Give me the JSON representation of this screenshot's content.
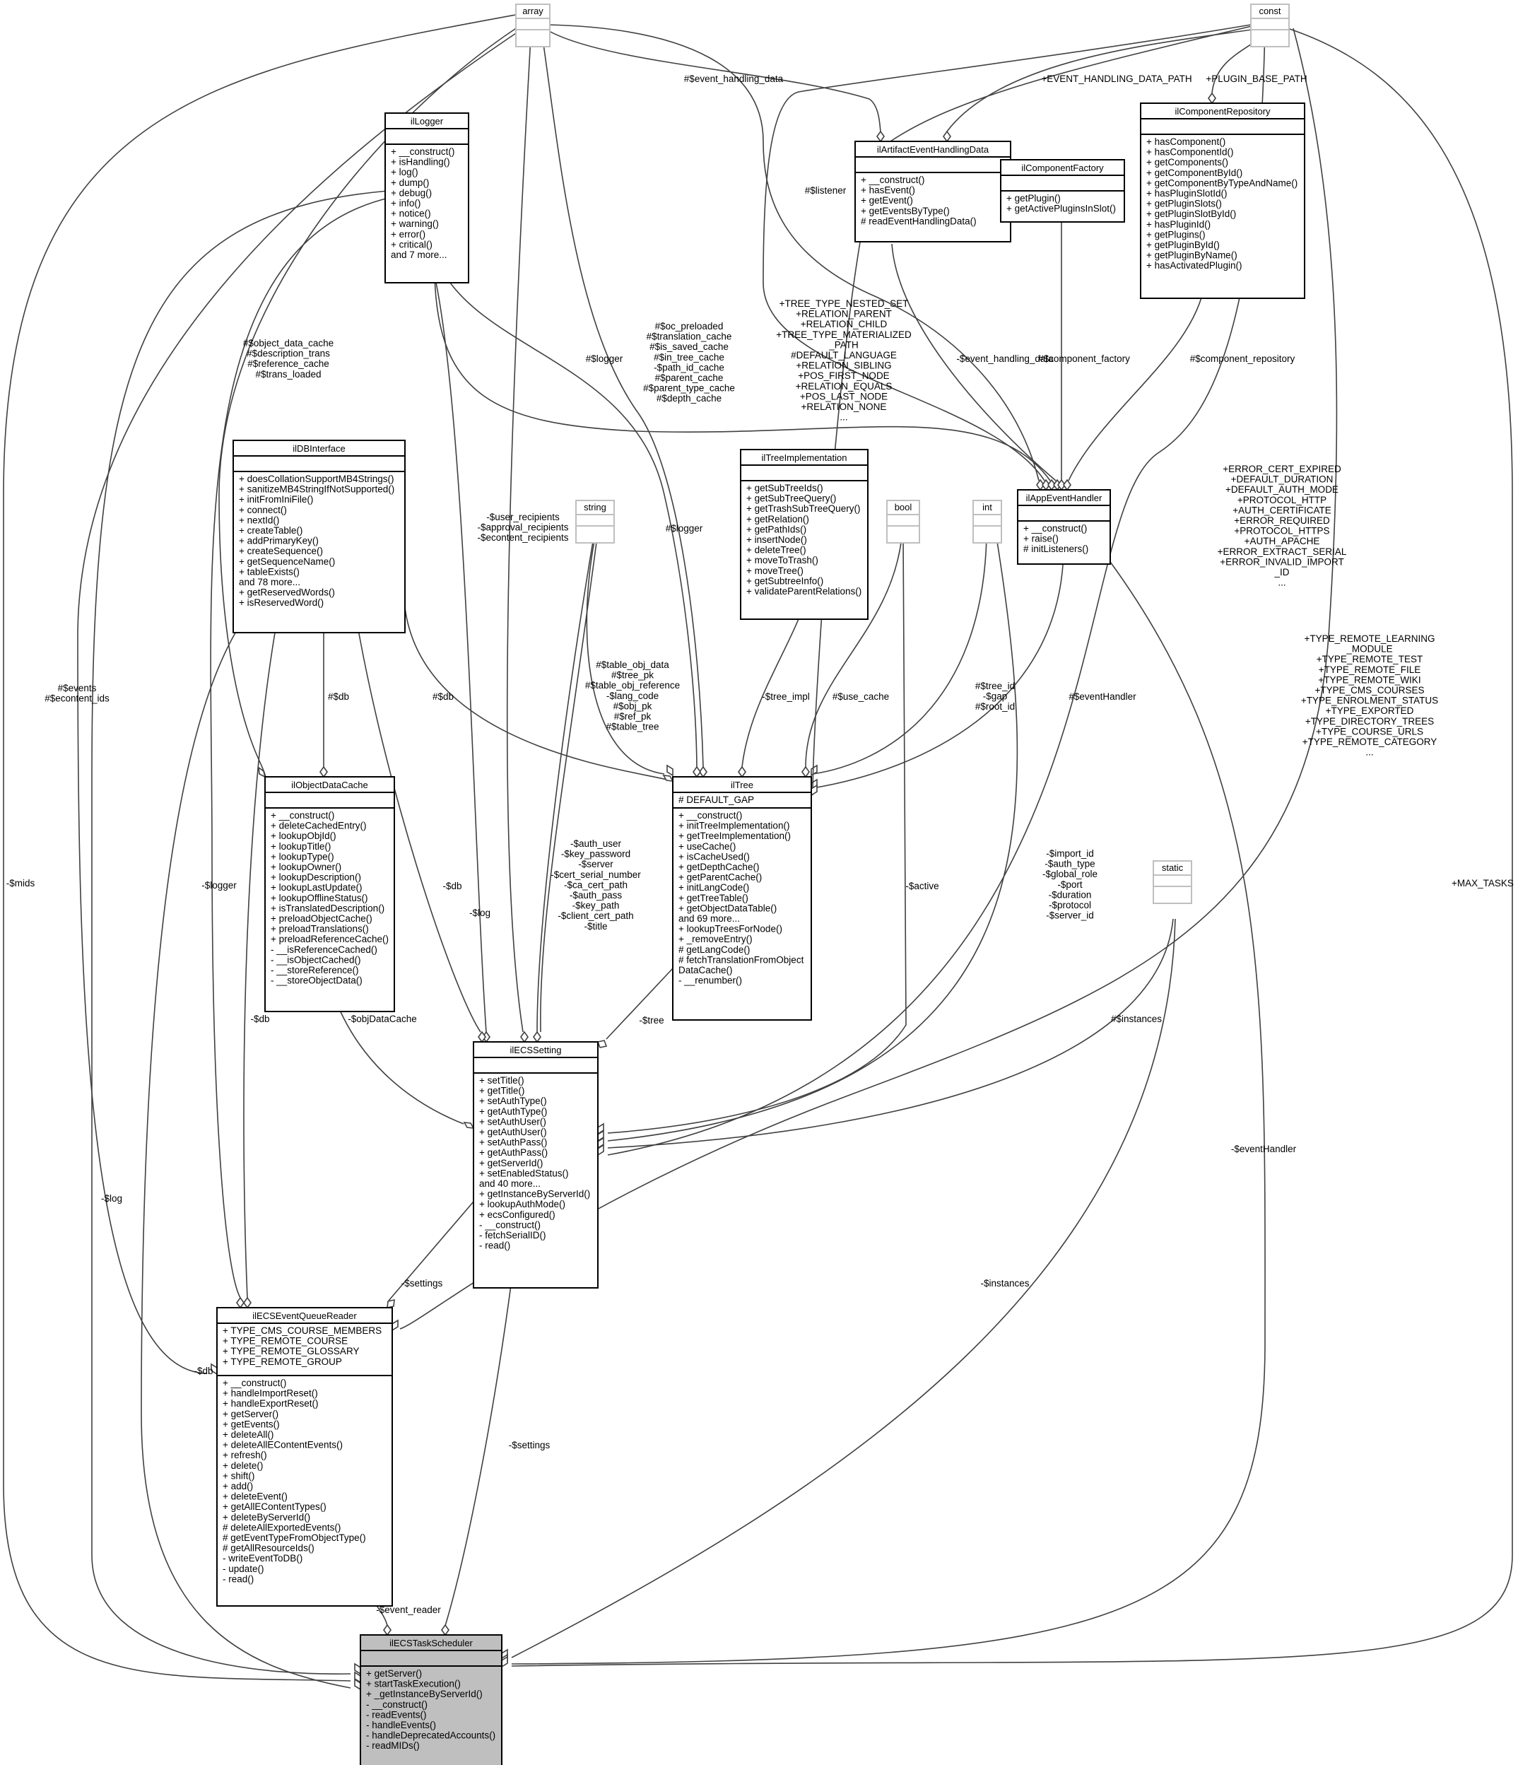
{
  "classes": {
    "array": {
      "name": "array",
      "attrs": [],
      "ops": []
    },
    "const": {
      "name": "const",
      "attrs": [],
      "ops": []
    },
    "string": {
      "name": "string",
      "attrs": [],
      "ops": []
    },
    "bool": {
      "name": "bool",
      "attrs": [],
      "ops": []
    },
    "int": {
      "name": "int",
      "attrs": [],
      "ops": []
    },
    "static": {
      "name": "static",
      "attrs": [],
      "ops": []
    },
    "ilLogger": {
      "name": "ilLogger",
      "attrs": [],
      "ops": [
        "+ __construct()",
        "+ isHandling()",
        "+ log()",
        "+ dump()",
        "+ debug()",
        "+ info()",
        "+ notice()",
        "+ warning()",
        "+ error()",
        "+ critical()",
        "and 7 more..."
      ]
    },
    "ilArtifactEventHandlingData": {
      "name": "ilArtifactEventHandlingData",
      "attrs": [],
      "ops": [
        "+ __construct()",
        "+ hasEvent()",
        "+ getEvent()",
        "+ getEventsByType()",
        "# readEventHandlingData()"
      ]
    },
    "ilComponentFactory": {
      "name": "ilComponentFactory",
      "attrs": [],
      "ops": [
        "+ getPlugin()",
        "+ getActivePluginsInSlot()"
      ]
    },
    "ilComponentRepository": {
      "name": "ilComponentRepository",
      "attrs": [],
      "ops": [
        "+ hasComponent()",
        "+ hasComponentId()",
        "+ getComponents()",
        "+ getComponentById()",
        "+ getComponentByTypeAndName()",
        "+ hasPluginSlotId()",
        "+ getPluginSlots()",
        "+ getPluginSlotById()",
        "+ hasPluginId()",
        "+ getPlugins()",
        "+ getPluginById()",
        "+ getPluginByName()",
        "+ hasActivatedPlugin()"
      ]
    },
    "ilDBInterface": {
      "name": "ilDBInterface",
      "attrs": [],
      "ops": [
        "+ doesCollationSupportMB4Strings()",
        "+ sanitizeMB4StringIfNotSupported()",
        "+ initFromIniFile()",
        "+ connect()",
        "+ nextId()",
        "+ createTable()",
        "+ addPrimaryKey()",
        "+ createSequence()",
        "+ getSequenceName()",
        "+ tableExists()",
        "and 78 more...",
        "+ getReservedWords()",
        "+ isReservedWord()"
      ]
    },
    "ilTreeImplementation": {
      "name": "ilTreeImplementation",
      "attrs": [],
      "ops": [
        "+ getSubTreeIds()",
        "+ getSubTreeQuery()",
        "+ getTrashSubTreeQuery()",
        "+ getRelation()",
        "+ getPathIds()",
        "+ insertNode()",
        "+ deleteTree()",
        "+ moveToTrash()",
        "+ moveTree()",
        "+ getSubtreeInfo()",
        "+ validateParentRelations()"
      ]
    },
    "ilAppEventHandler": {
      "name": "ilAppEventHandler",
      "attrs": [],
      "ops": [
        "+ __construct()",
        "+ raise()",
        "# initListeners()"
      ]
    },
    "ilObjectDataCache": {
      "name": "ilObjectDataCache",
      "attrs": [],
      "ops": [
        "+ __construct()",
        "+ deleteCachedEntry()",
        "+ lookupObjId()",
        "+ lookupTitle()",
        "+ lookupType()",
        "+ lookupOwner()",
        "+ lookupDescription()",
        "+ lookupLastUpdate()",
        "+ lookupOfflineStatus()",
        "+ isTranslatedDescription()",
        "+ preloadObjectCache()",
        "+ preloadTranslations()",
        "+ preloadReferenceCache()",
        "- __isReferenceCached()",
        "- __isObjectCached()",
        "- __storeReference()",
        "- __storeObjectData()"
      ]
    },
    "ilTree": {
      "name": "ilTree",
      "attrs": [
        "# DEFAULT_GAP"
      ],
      "ops": [
        "+ __construct()",
        "+ initTreeImplementation()",
        "+ getTreeImplementation()",
        "+ useCache()",
        "+ isCacheUsed()",
        "+ getDepthCache()",
        "+ getParentCache()",
        "+ initLangCode()",
        "+ getTreeTable()",
        "+ getObjectDataTable()",
        "and 69 more...",
        "+ lookupTreesForNode()",
        "+ _removeEntry()",
        "# getLangCode()",
        "# fetchTranslationFromObject",
        "DataCache()",
        "- __renumber()"
      ]
    },
    "ilECSSetting": {
      "name": "ilECSSetting",
      "attrs": [],
      "ops": [
        "+ setTitle()",
        "+ getTitle()",
        "+ setAuthType()",
        "+ getAuthType()",
        "+ setAuthUser()",
        "+ getAuthUser()",
        "+ setAuthPass()",
        "+ getAuthPass()",
        "+ getServerId()",
        "+ setEnabledStatus()",
        "and 40 more...",
        "+ getInstanceByServerId()",
        "+ lookupAuthMode()",
        "+ ecsConfigured()",
        "- __construct()",
        "- fetchSerialID()",
        "- read()"
      ]
    },
    "ilECSEventQueueReader": {
      "name": "ilECSEventQueueReader",
      "attrs": [
        "+ TYPE_CMS_COURSE_MEMBERS",
        "+ TYPE_REMOTE_COURSE",
        "+ TYPE_REMOTE_GLOSSARY",
        "+ TYPE_REMOTE_GROUP"
      ],
      "ops": [
        "+ __construct()",
        "+ handleImportReset()",
        "+ handleExportReset()",
        "+ getServer()",
        "+ getEvents()",
        "+ deleteAll()",
        "+ deleteAllEContentEvents()",
        "+ refresh()",
        "+ delete()",
        "+ shift()",
        "+ add()",
        "+ deleteEvent()",
        "+ getAllEContentTypes()",
        "+ deleteByServerId()",
        "# deleteAllExportedEvents()",
        "# getEventTypeFromObjectType()",
        "# getAllResourceIds()",
        "- writeEventToDB()",
        "- update()",
        "- read()"
      ]
    },
    "ilECSTaskScheduler": {
      "name": "ilECSTaskScheduler",
      "attrs": [],
      "ops": [
        "+ getServer()",
        "+ startTaskExecution()",
        "+ _getInstanceByServerId()",
        "- __construct()",
        "- readEvents()",
        "- handleEvents()",
        "- handleDeprecatedAccounts()",
        "- readMIDs()"
      ]
    }
  },
  "edge_labels": {
    "event_handling_data": [
      "#$event_handling_data"
    ],
    "event_handling_data_path": [
      "+EVENT_HANDLING_DATA_PATH"
    ],
    "plugin_base_path": [
      "+PLUGIN_BASE_PATH"
    ],
    "listener": [
      "#$listener"
    ],
    "tree_consts": [
      "+TREE_TYPE_NESTED_SET",
      "+RELATION_PARENT",
      "+RELATION_CHILD",
      "+TREE_TYPE_MATERIALIZED",
      "_PATH",
      "#DEFAULT_LANGUAGE",
      "+RELATION_SIBLING",
      "+POS_FIRST_NODE",
      "+RELATION_EQUALS",
      "+POS_LAST_NODE",
      "+RELATION_NONE",
      "..."
    ],
    "tree_caches": [
      "#$oc_preloaded",
      "#$translation_cache",
      "#$is_saved_cache",
      "#$in_tree_cache",
      "-$path_id_cache",
      "#$parent_cache",
      "#$parent_type_cache",
      "#$depth_cache"
    ],
    "objcache_arrays": [
      "#$object_data_cache",
      "#$description_trans",
      "#$reference_cache",
      "#$trans_loaded"
    ],
    "logger_apphandler": [
      "#$logger"
    ],
    "event_handling_data2": [
      "-$event_handling_data"
    ],
    "component_factory": [
      "#$component_factory"
    ],
    "component_repository": [
      "#$component_repository"
    ],
    "ecs_consts": [
      "+ERROR_CERT_EXPIRED",
      "+DEFAULT_DURATION",
      "+DEFAULT_AUTH_MODE",
      "+PROTOCOL_HTTP",
      "+AUTH_CERTIFICATE",
      "+ERROR_REQUIRED",
      "+PROTOCOL_HTTPS",
      "+AUTH_APACHE",
      "+ERROR_EXTRACT_SERIAL",
      "+ERROR_INVALID_IMPORT",
      "_ID",
      "..."
    ],
    "reader_consts": [
      "+TYPE_REMOTE_LEARNING",
      "_MODULE",
      "+TYPE_REMOTE_TEST",
      "+TYPE_REMOTE_FILE",
      "+TYPE_REMOTE_WIKI",
      "+TYPE_CMS_COURSES",
      "+TYPE_ENROLMENT_STATUS",
      "+TYPE_EXPORTED",
      "+TYPE_DIRECTORY_TREES",
      "+TYPE_COURSE_URLS",
      "+TYPE_REMOTE_CATEGORY",
      "..."
    ],
    "recipients": [
      "-$user_recipients",
      "-$approval_recipients",
      "-$econtent_recipients"
    ],
    "logger_tree": [
      "#$logger"
    ],
    "tree_strings": [
      "#$table_obj_data",
      "#$tree_pk",
      "#$table_obj_reference",
      "-$lang_code",
      "#$obj_pk",
      "#$ref_pk",
      "#$table_tree"
    ],
    "tree_impl": [
      "-$tree_impl"
    ],
    "use_cache": [
      "#$use_cache"
    ],
    "tree_ints": [
      "#$tree_id",
      "-$gap",
      "#$root_id"
    ],
    "event_handler_tree": [
      "#$eventHandler"
    ],
    "db_objcache": [
      "#$db"
    ],
    "db_tree": [
      "#$db"
    ],
    "log_setting": [
      "-$log"
    ],
    "db_setting": [
      "-$db"
    ],
    "setting_strings": [
      "-$auth_user",
      "-$key_password",
      "-$server",
      "-$cert_serial_number",
      "-$ca_cert_path",
      "-$auth_pass",
      "-$key_path",
      "-$client_cert_path",
      "-$title"
    ],
    "active": [
      "-$active"
    ],
    "setting_ints": [
      "-$import_id",
      "-$auth_type",
      "-$global_role",
      "-$port",
      "-$duration",
      "-$protocol",
      "-$server_id"
    ],
    "tree_setting": [
      "-$tree"
    ],
    "objdatacache": [
      "-$objDataCache"
    ],
    "instances_setting": [
      "#$instances"
    ],
    "events": [
      "#$events",
      "#$econtent_ids"
    ],
    "logger_reader": [
      "-$logger"
    ],
    "db_reader": [
      "-$db"
    ],
    "settings_reader": [
      "-$settings"
    ],
    "mids": [
      "-$mids"
    ],
    "log_sched": [
      "-$log"
    ],
    "db_sched": [
      "-$db"
    ],
    "settings_sched": [
      "-$settings"
    ],
    "instances_sched": [
      "-$instances"
    ],
    "eventhandler_sched": [
      "-$eventHandler"
    ],
    "max_tasks": [
      "+MAX_TASKS"
    ],
    "event_reader": [
      "-$event_reader"
    ]
  }
}
